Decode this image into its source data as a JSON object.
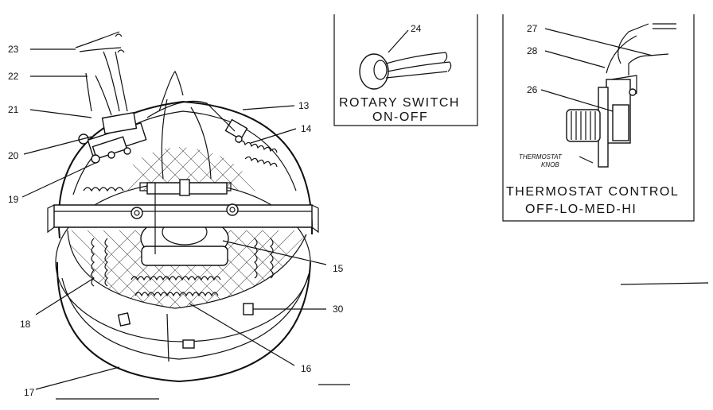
{
  "callouts": {
    "c13": "13",
    "c14": "14",
    "c15": "15",
    "c16": "16",
    "c17": "17",
    "c18": "18",
    "c19": "19",
    "c20": "20",
    "c21": "21",
    "c22": "22",
    "c23": "23",
    "c24": "24",
    "c26": "26",
    "c27": "27",
    "c28": "28",
    "c30": "30"
  },
  "rotary_switch": {
    "caption_line1": "ROTARY SWITCH",
    "caption_line2": "ON-OFF"
  },
  "thermostat": {
    "knob_label_line1": "THERMOSTAT",
    "knob_label_line2": "KNOB",
    "caption_line1": "THERMOSTAT CONTROL",
    "caption_line2": "OFF-LO-MED-HI"
  }
}
